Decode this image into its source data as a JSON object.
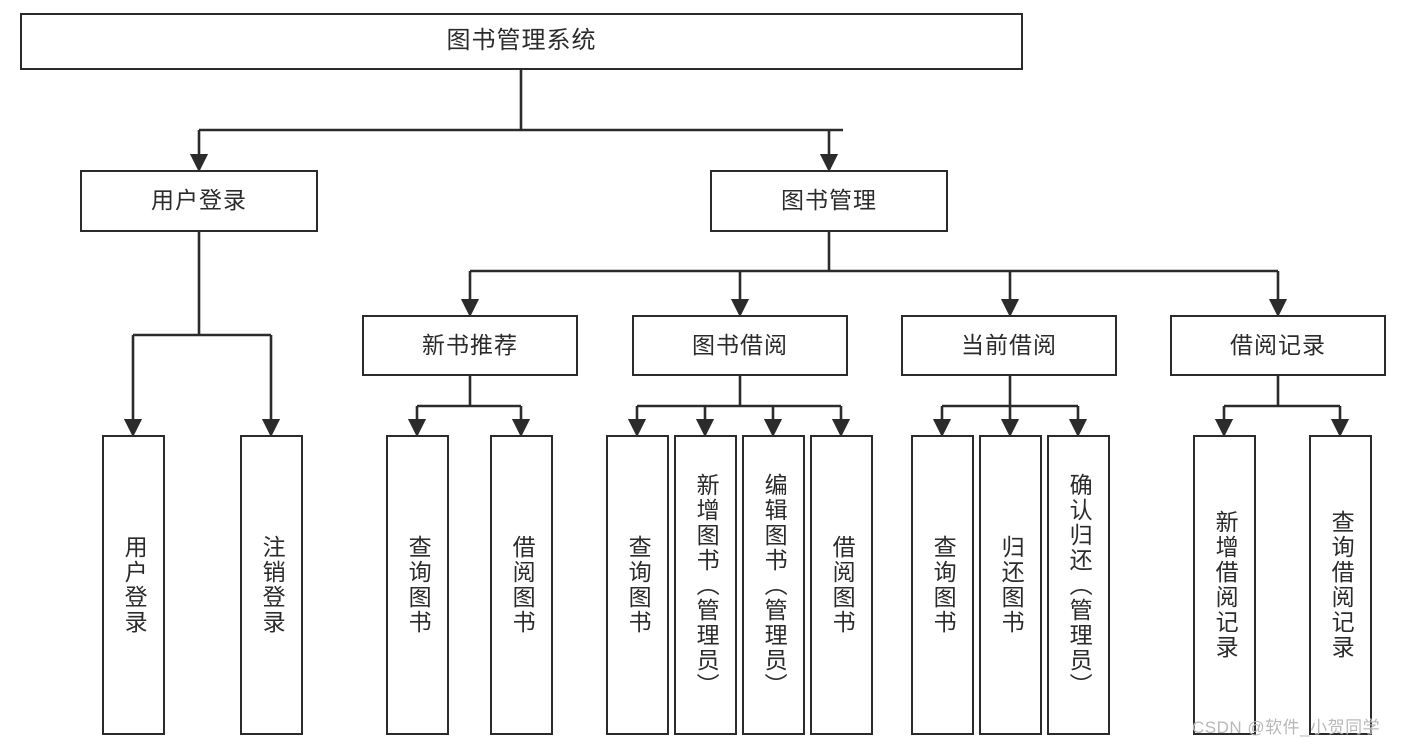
{
  "diagram": {
    "title": "图书管理系统",
    "type": "tree-hierarchy-diagram",
    "watermark": "CSDN @软件_小贺同学",
    "colors": {
      "background": "#ffffff",
      "border": "#2b2b2b",
      "text": "#2b2b2b",
      "connector": "#2b2b2b",
      "watermark": "#b9b9b9"
    },
    "nodes": {
      "root": {
        "label": "图书管理系统"
      },
      "level1": [
        {
          "label": "用户登录"
        },
        {
          "label": "图书管理"
        }
      ],
      "level2": [
        {
          "label": "新书推荐"
        },
        {
          "label": "图书借阅"
        },
        {
          "label": "当前借阅"
        },
        {
          "label": "借阅记录"
        }
      ],
      "leaves_user_login": [
        {
          "label": "用户登录"
        },
        {
          "label": "注销登录"
        }
      ],
      "leaves_new_book": [
        {
          "label": "查询图书"
        },
        {
          "label": "借阅图书"
        }
      ],
      "leaves_borrow": [
        {
          "label": "查询图书"
        },
        {
          "label": "新增图书（管理员）"
        },
        {
          "label": "编辑图书（管理员）"
        },
        {
          "label": "借阅图书"
        }
      ],
      "leaves_current": [
        {
          "label": "查询图书"
        },
        {
          "label": "归还图书"
        },
        {
          "label": "确认归还（管理员）"
        }
      ],
      "leaves_record": [
        {
          "label": "新增借阅记录"
        },
        {
          "label": "查询借阅记录"
        }
      ]
    }
  }
}
